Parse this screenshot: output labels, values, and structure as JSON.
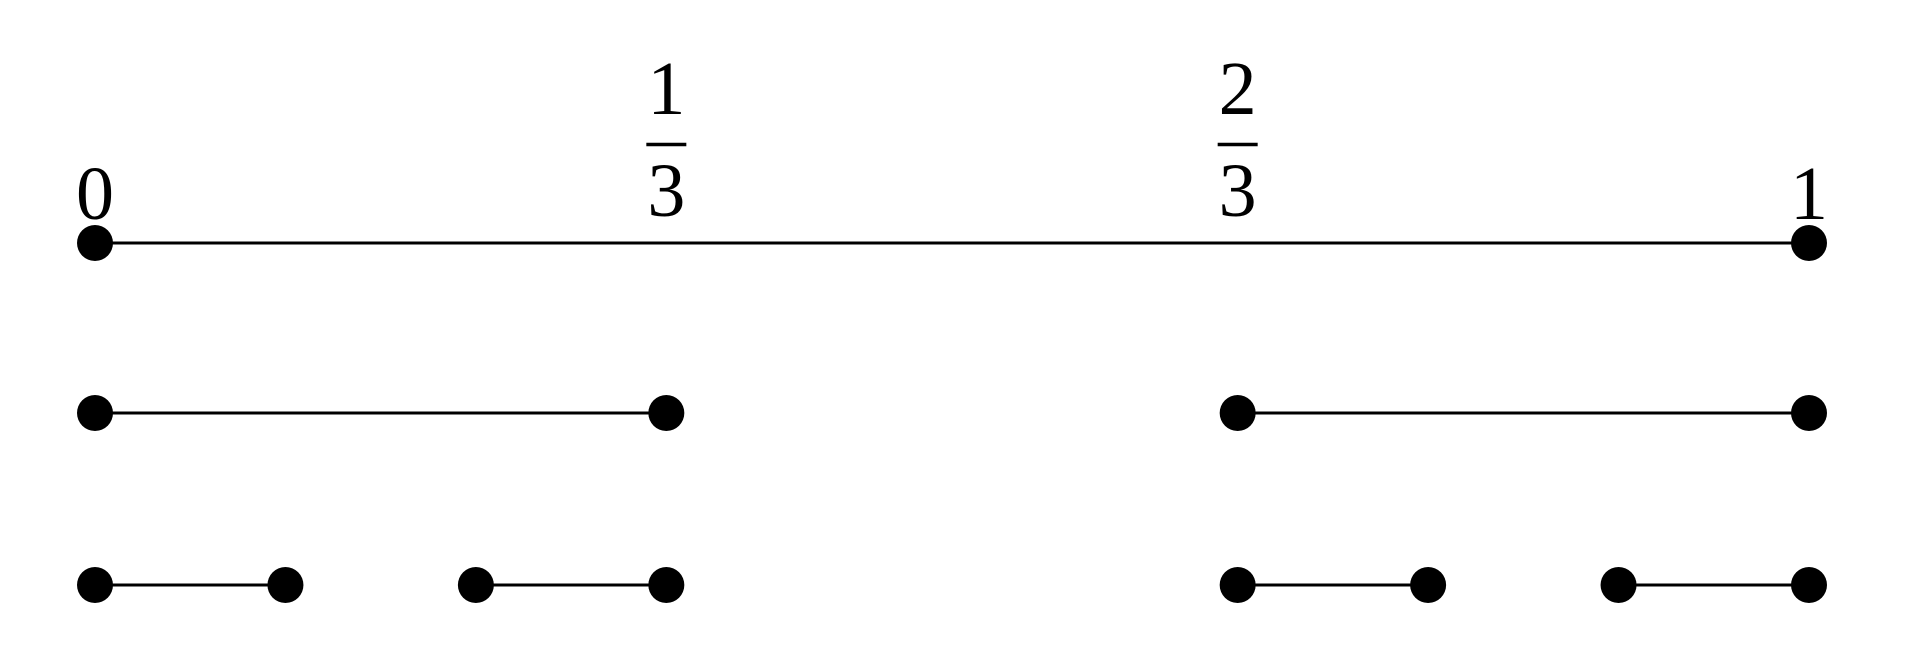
{
  "page": {
    "background_color": "#ffffff",
    "foreground_color": "#000000"
  },
  "chart_data": {
    "type": "interval_diagram",
    "title": "",
    "x_range": [
      0,
      1
    ],
    "rows": [
      {
        "name": "cantor-iteration-0",
        "segments": [
          {
            "start": 0,
            "end": 1
          }
        ]
      },
      {
        "name": "cantor-iteration-1",
        "segments": [
          {
            "start": 0,
            "end": 0.33333
          },
          {
            "start": 0.66667,
            "end": 1
          }
        ]
      },
      {
        "name": "cantor-iteration-2",
        "segments": [
          {
            "start": 0,
            "end": 0.11111
          },
          {
            "start": 0.22222,
            "end": 0.33333
          },
          {
            "start": 0.66667,
            "end": 0.77778
          },
          {
            "start": 0.88889,
            "end": 1
          }
        ]
      }
    ],
    "labels": [
      {
        "id": "zero",
        "position": 0,
        "text": "0",
        "fraction": null
      },
      {
        "id": "one-third",
        "position": 0.33333,
        "text": "1/3",
        "fraction": {
          "numerator": "1",
          "denominator": "3"
        }
      },
      {
        "id": "two-thirds",
        "position": 0.66667,
        "text": "2/3",
        "fraction": {
          "numerator": "2",
          "denominator": "3"
        }
      },
      {
        "id": "one",
        "position": 1,
        "text": "1",
        "fraction": null
      }
    ],
    "legend": null,
    "grid": false
  }
}
